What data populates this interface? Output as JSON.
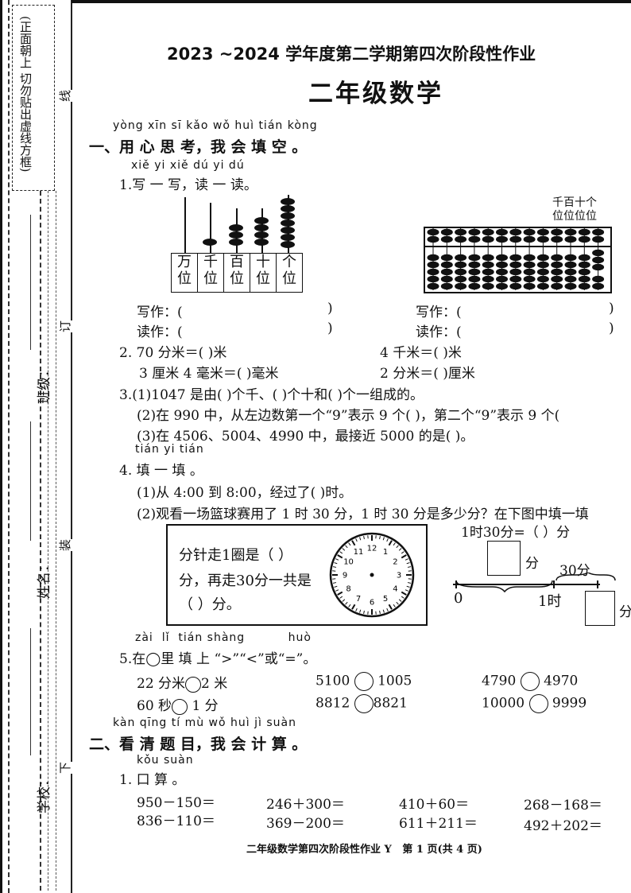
{
  "header": {
    "title": "2023 ~2024 学年度第二学期第四次阶段性作业",
    "subject": "二年级数学"
  },
  "binding_margin": {
    "notice": "正面朝上，切勿贴出虚线方框",
    "notice_top": "(正面朝上 切勿贴出虚线方框)",
    "fields": [
      {
        "label": "班级：",
        "id": "class"
      },
      {
        "label": "姓名：",
        "id": "name"
      },
      {
        "label": "学校：",
        "id": "school"
      }
    ],
    "marks": [
      "线",
      "订",
      "装",
      "下"
    ]
  },
  "section1": {
    "pinyin": "yòng xīn sī kǎo wǒ huì tián kòng",
    "title": "一、用 心 思 考，我 会 填 空 。",
    "q1": {
      "pinyin": "xiě yi xiě dú yi dú",
      "text": "1.写 一 写，读 一 读。",
      "abacus1_labels": [
        "万\n位",
        "千\n位",
        "百\n位",
        "十\n位",
        "个\n位"
      ],
      "abacus2_labels": "千百十个\n位位位位",
      "write_label": "写作：(",
      "read_label": "读作：(",
      "close": ")"
    },
    "q2": {
      "a": "2. 70 分米＝(        )米",
      "b": "4 千米＝(          )米",
      "c": "3 厘米 4 毫米＝(          )毫米",
      "d": "2 分米＝(          )厘米"
    },
    "q3": {
      "a": "3.(1)1047 是由(      )个千、(       )个十和(       )个一组成的。",
      "b": "(2)在 990 中，从左边数第一个“9”表示 9 个(           )，第二个“9”表示 9 个(",
      "c": "(3)在 4506、5004、4990 中，最接近 5000 的是(           )。"
    },
    "q4": {
      "pinyin": "tián yi tián",
      "text": "4. 填 一 填 。",
      "a": "(1)从 4:00 到 8:00，经过了(           )时。",
      "b": "(2)观看一场篮球赛用了 1 时 30 分，1 时 30 分是多少分？在下图中填一填",
      "box_line1": "分针走1圈是（      ）",
      "box_line2": "分，再走30分一共是",
      "box_line3": "（      ）分。",
      "diagram_top": "1时30分=（        ）分",
      "diagram_fen": "分",
      "diagram_30": "30分",
      "diagram_0": "0",
      "diagram_1h": "1时",
      "diagram_fen2": "分"
    },
    "q5": {
      "pinyin": "zài  lǐ  tián shàng          huò",
      "text": "5.在◯里 填  上 “>”“<”或“=”。",
      "items": [
        [
          "22 分米",
          "2 米"
        ],
        [
          "5100",
          "1005"
        ],
        [
          "4790",
          "4970"
        ],
        [
          "60 秒",
          "1 分"
        ],
        [
          "8812",
          "8821"
        ],
        [
          "10000",
          "9999"
        ]
      ]
    }
  },
  "section2": {
    "pinyin": "kàn qīng tí mù wǒ huì jì suàn",
    "title": "二、看 清 题 目，我 会 计 算 。",
    "q1_pinyin": "kǒu suàn",
    "q1_text": "1. 口  算 。",
    "items": [
      "950－150＝",
      "246＋300＝",
      "410＋60＝",
      "268－168＝",
      "836－110＝",
      "369－200＝",
      "611＋211＝",
      "492＋202＝"
    ]
  },
  "footer": "二年级数学第四次阶段性作业 Y   第 1 页(共 4 页)"
}
